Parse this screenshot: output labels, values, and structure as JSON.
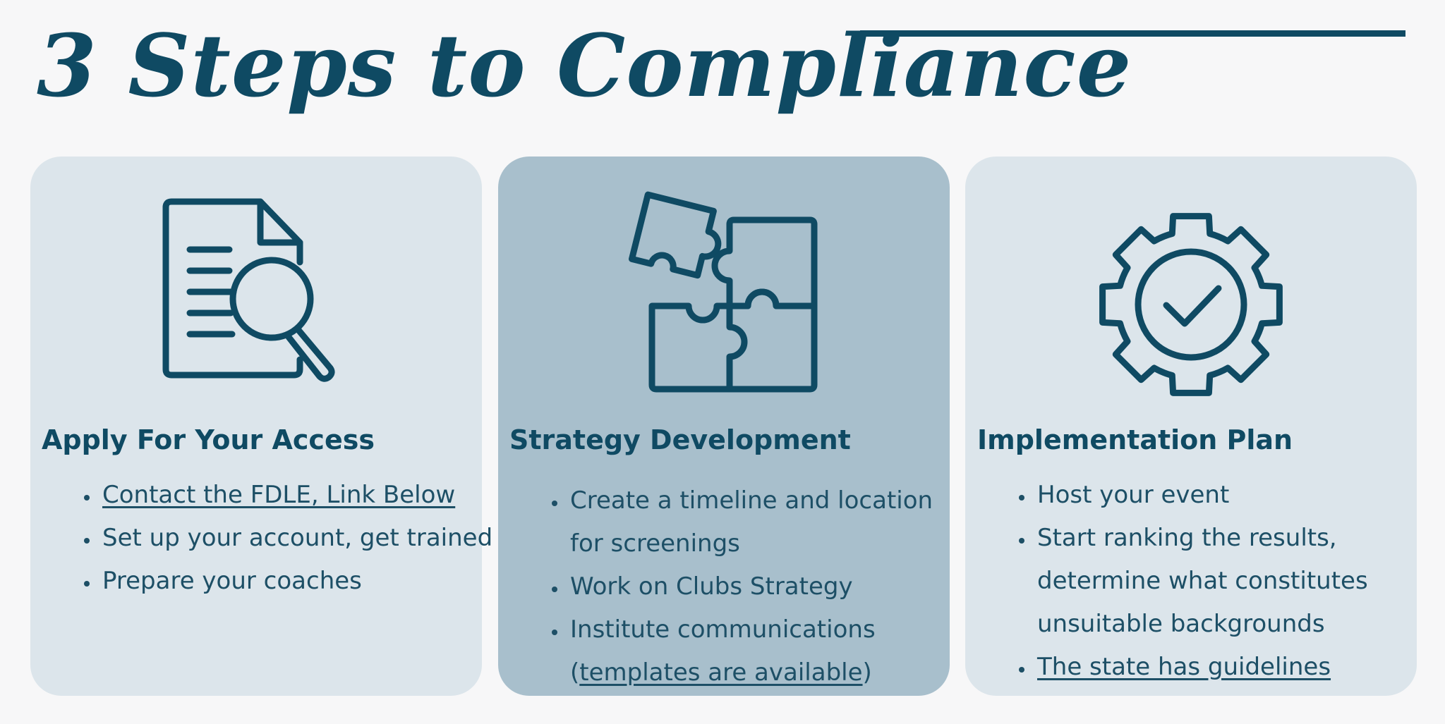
{
  "title": "3 Steps to Compliance",
  "colors": {
    "primary": "#0f4a63",
    "card_light": "#dce5eb",
    "card_dark": "#a8bfcc",
    "background": "#f7f7f8"
  },
  "cards": [
    {
      "icon": "document-search-icon",
      "title": "Apply For Your Access",
      "items": [
        {
          "text": "Contact the FDLE, Link Below",
          "link": true
        },
        {
          "text": "Set up your account, get trained"
        },
        {
          "text": "Prepare your coaches"
        }
      ]
    },
    {
      "icon": "puzzle-icon",
      "title": "Strategy Development",
      "items": [
        {
          "text": "Create a timeline and location for screenings"
        },
        {
          "text": "Work on Clubs Strategy"
        },
        {
          "text_before": "Institute communications (",
          "link_text": "templates are available",
          "text_after": ")"
        }
      ]
    },
    {
      "icon": "gear-check-icon",
      "title": "Implementation Plan",
      "items": [
        {
          "text": "Host your event"
        },
        {
          "text": "Start ranking the results, determine what constitutes unsuitable backgrounds"
        },
        {
          "text": "The state has guidelines",
          "link": true
        }
      ]
    }
  ]
}
